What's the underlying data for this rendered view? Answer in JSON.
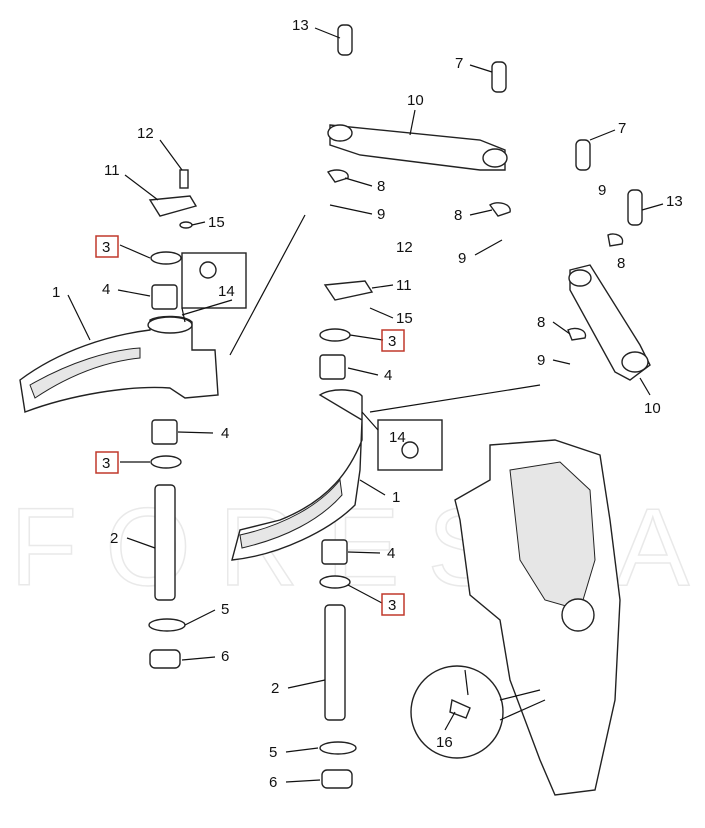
{
  "watermark": "FORESTAPRI",
  "labels": [
    {
      "number": "13"
    },
    {
      "number": "7"
    },
    {
      "number": "10"
    },
    {
      "number": "12"
    },
    {
      "number": "7"
    },
    {
      "number": "11"
    },
    {
      "number": "8"
    },
    {
      "number": "9"
    },
    {
      "number": "13"
    },
    {
      "number": "9"
    },
    {
      "number": "8"
    },
    {
      "number": "15"
    },
    {
      "number": "9"
    },
    {
      "number": "3",
      "highlighted": true
    },
    {
      "number": "12"
    },
    {
      "number": "14"
    },
    {
      "number": "8"
    },
    {
      "number": "4"
    },
    {
      "number": "11"
    },
    {
      "number": "1"
    },
    {
      "number": "15"
    },
    {
      "number": "3",
      "highlighted": true
    },
    {
      "number": "8"
    },
    {
      "number": "4"
    },
    {
      "number": "9"
    },
    {
      "number": "10"
    },
    {
      "number": "4"
    },
    {
      "number": "14"
    },
    {
      "number": "3",
      "highlighted": true
    },
    {
      "number": "1"
    },
    {
      "number": "2"
    },
    {
      "number": "4"
    },
    {
      "number": "3",
      "highlighted": true
    },
    {
      "number": "5"
    },
    {
      "number": "6"
    },
    {
      "number": "2"
    },
    {
      "number": "16"
    },
    {
      "number": "5"
    },
    {
      "number": "6"
    }
  ],
  "colors": {
    "highlight_box": "#c0392b",
    "line": "#111111"
  }
}
